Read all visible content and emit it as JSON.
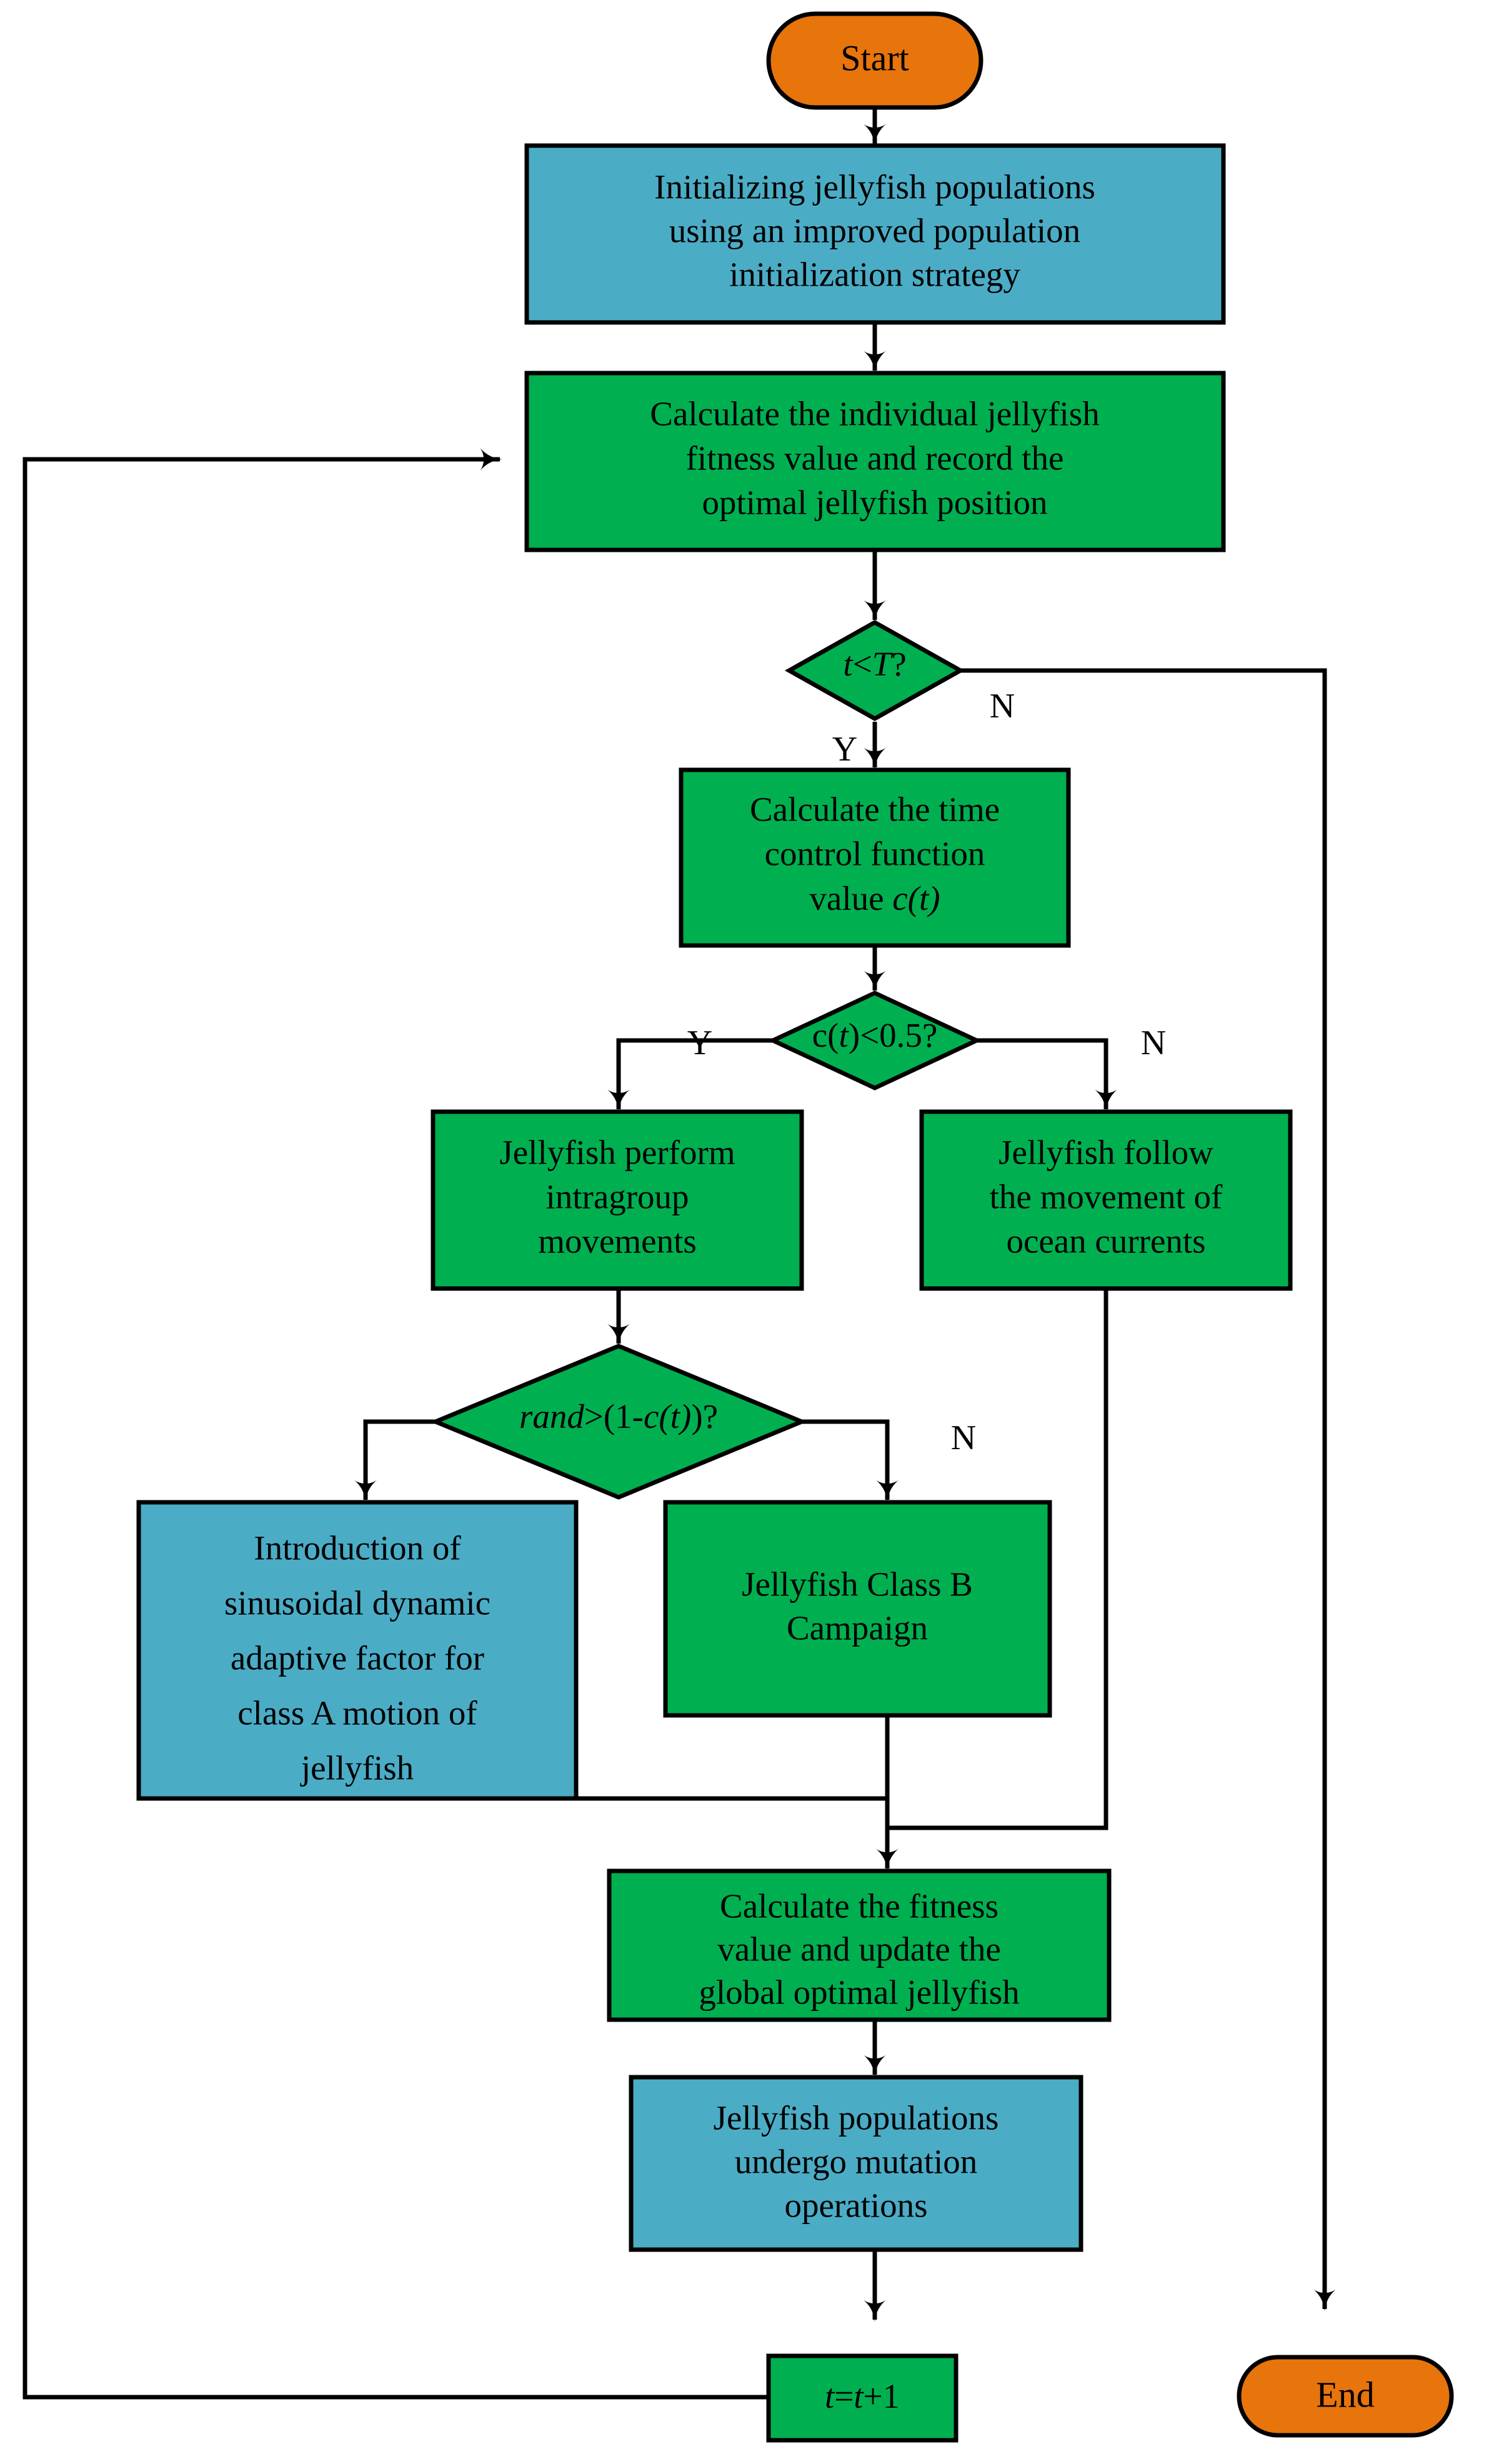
{
  "diagram": {
    "title": "Improved Jellyfish Search Algorithm Flowchart",
    "type": "flowchart",
    "orientation": "top-to-bottom",
    "colors": {
      "terminator_fill": "#E8740C",
      "process_green_fill": "#00B050",
      "process_blue_fill": "#4BACC6",
      "decision_fill": "#00B050",
      "stroke": "#000000",
      "text": "#000000",
      "background": "#FFFFFF"
    },
    "nodes": [
      {
        "id": "start",
        "shape": "terminator",
        "fill": "terminator_fill",
        "label": "Start"
      },
      {
        "id": "init",
        "shape": "process",
        "fill": "process_blue_fill",
        "lines": [
          "Initializing jellyfish populations",
          "using an improved population",
          "initialization strategy"
        ]
      },
      {
        "id": "calc_fitness",
        "shape": "process",
        "fill": "process_green_fill",
        "lines": [
          "Calculate the individual jellyfish",
          "fitness value and record the",
          "optimal jellyfish position"
        ]
      },
      {
        "id": "iter_check",
        "shape": "decision",
        "fill": "decision_fill",
        "label_parts": [
          {
            "text": "t",
            "italic": true
          },
          {
            "text": "<",
            "italic": false
          },
          {
            "text": "T",
            "italic": true
          },
          {
            "text": "?",
            "italic": false
          }
        ],
        "label_plain": "t<T?"
      },
      {
        "id": "time_ctrl",
        "shape": "process",
        "fill": "process_green_fill",
        "lines": [
          "Calculate the time",
          "control function",
          "value c(t)"
        ],
        "line_styles": [
          "normal",
          "normal",
          "mixed-italic-tail"
        ],
        "tail_plain": "value ",
        "tail_italic": "c(t)"
      },
      {
        "id": "ct_check",
        "shape": "decision",
        "fill": "decision_fill",
        "label_parts": [
          {
            "text": "c(",
            "italic": false
          },
          {
            "text": "t",
            "italic": true
          },
          {
            "text": ")",
            "italic": false
          },
          {
            "text": "<",
            "italic": false
          },
          {
            "text": "0.5?",
            "italic": false
          }
        ],
        "label_plain": "c(t)<0.5?"
      },
      {
        "id": "intragroup",
        "shape": "process",
        "fill": "process_green_fill",
        "lines": [
          "Jellyfish perform",
          "intragroup",
          "movements"
        ]
      },
      {
        "id": "ocean",
        "shape": "process",
        "fill": "process_green_fill",
        "lines": [
          "Jellyfish follow",
          "the movement of",
          "ocean currents"
        ]
      },
      {
        "id": "rand_check",
        "shape": "decision",
        "fill": "decision_fill",
        "label_parts": [
          {
            "text": "rand",
            "italic": true
          },
          {
            "text": ">(1-",
            "italic": false
          },
          {
            "text": "c(t)",
            "italic": true
          },
          {
            "text": ")?",
            "italic": false
          }
        ],
        "label_plain": "rand>(1-c(t))?"
      },
      {
        "id": "sinusoidal",
        "shape": "process",
        "fill": "process_blue_fill",
        "lines": [
          "Introduction of",
          "sinusoidal dynamic",
          "adaptive factor for",
          "class A motion of",
          "jellyfish"
        ]
      },
      {
        "id": "class_b",
        "shape": "process",
        "fill": "process_green_fill",
        "lines": [
          "Jellyfish Class B",
          "Campaign"
        ]
      },
      {
        "id": "update_global",
        "shape": "process",
        "fill": "process_green_fill",
        "lines": [
          "Calculate the fitness",
          "value and update the",
          "global optimal jellyfish"
        ]
      },
      {
        "id": "mutation",
        "shape": "process",
        "fill": "process_blue_fill",
        "lines": [
          "Jellyfish populations",
          "undergo mutation",
          "operations"
        ]
      },
      {
        "id": "increment",
        "shape": "process",
        "fill": "process_green_fill",
        "label_parts": [
          {
            "text": "t",
            "italic": true
          },
          {
            "text": "=",
            "italic": false
          },
          {
            "text": "t",
            "italic": true
          },
          {
            "text": "+1",
            "italic": false
          }
        ],
        "label_plain": "t=t+1"
      },
      {
        "id": "end",
        "shape": "terminator",
        "fill": "terminator_fill",
        "label": "End"
      }
    ],
    "edge_labels": {
      "iter_yes": "Y",
      "iter_no": "N",
      "ct_yes": "Y",
      "ct_no": "N",
      "rand_no": "N"
    },
    "edges": [
      {
        "from": "start",
        "to": "init",
        "label": ""
      },
      {
        "from": "init",
        "to": "calc_fitness",
        "label": ""
      },
      {
        "from": "calc_fitness",
        "to": "iter_check",
        "label": ""
      },
      {
        "from": "iter_check",
        "to": "time_ctrl",
        "label": "Y"
      },
      {
        "from": "iter_check",
        "to": "end",
        "label": "N"
      },
      {
        "from": "time_ctrl",
        "to": "ct_check",
        "label": ""
      },
      {
        "from": "ct_check",
        "to": "intragroup",
        "label": "Y"
      },
      {
        "from": "ct_check",
        "to": "ocean",
        "label": "N"
      },
      {
        "from": "intragroup",
        "to": "rand_check",
        "label": ""
      },
      {
        "from": "rand_check",
        "to": "sinusoidal",
        "label": ""
      },
      {
        "from": "rand_check",
        "to": "class_b",
        "label": "N"
      },
      {
        "from": "sinusoidal",
        "to": "update_global",
        "label": ""
      },
      {
        "from": "class_b",
        "to": "update_global",
        "label": ""
      },
      {
        "from": "ocean",
        "to": "update_global",
        "label": ""
      },
      {
        "from": "update_global",
        "to": "mutation",
        "label": ""
      },
      {
        "from": "mutation",
        "to": "increment",
        "label": ""
      },
      {
        "from": "increment",
        "to": "calc_fitness",
        "label": ""
      }
    ]
  }
}
